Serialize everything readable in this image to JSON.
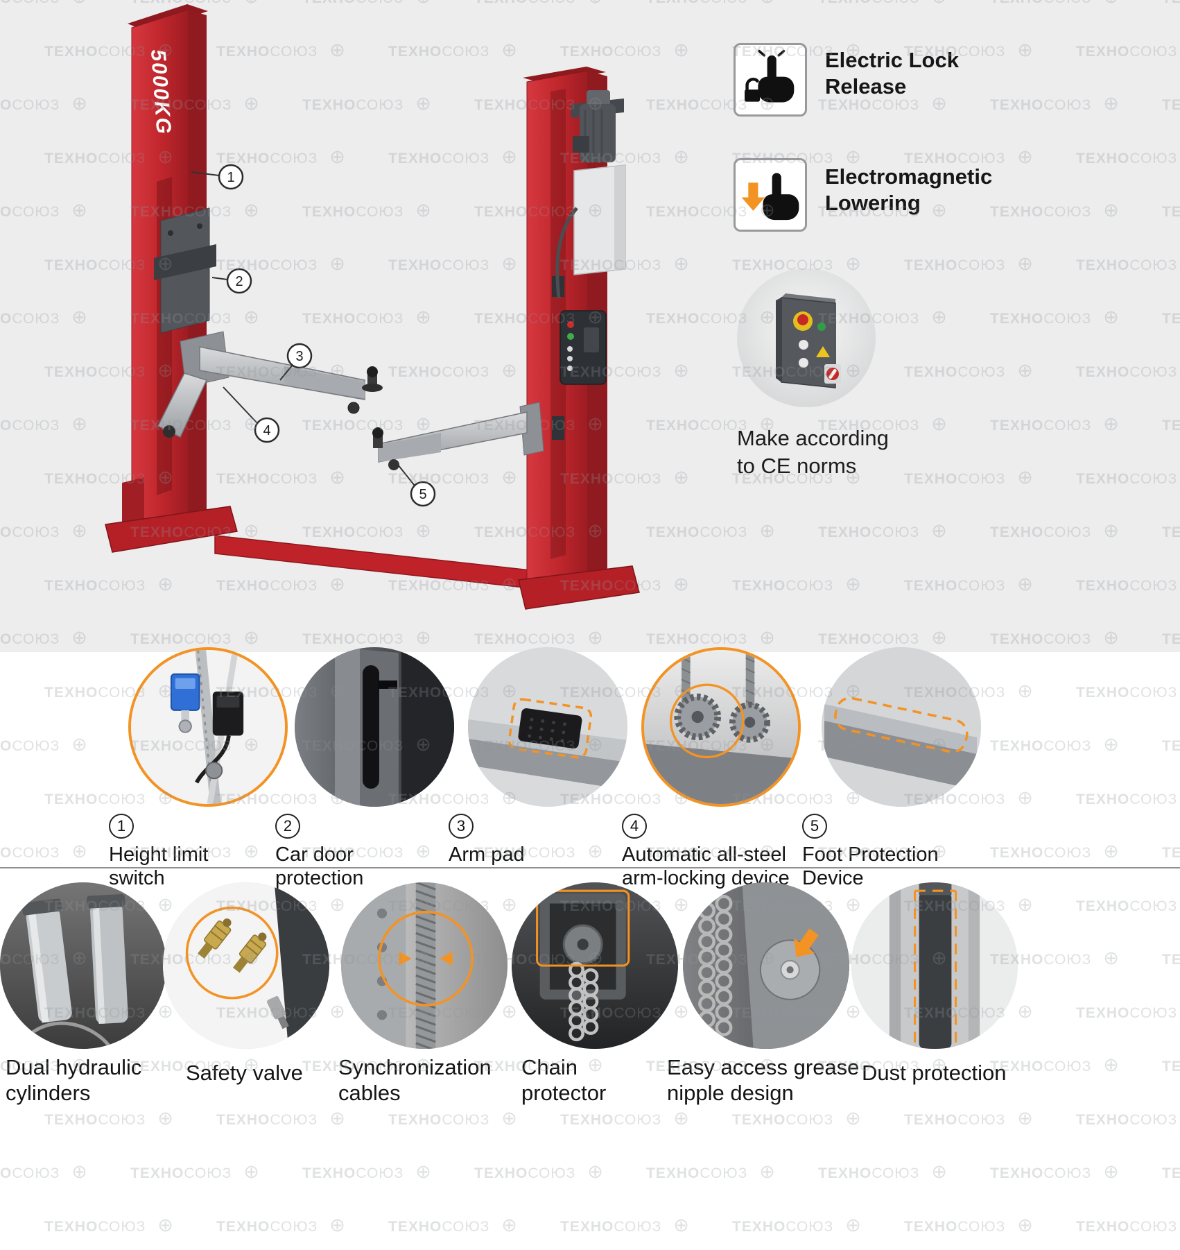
{
  "watermark": {
    "text": "ТЕХНОСОЮЗ",
    "globe_icon": "⊕"
  },
  "colors": {
    "accent_orange": "#f39324",
    "lift_red": "#c1272d",
    "top_background": "#ededee"
  },
  "lift": {
    "capacity": "5000KG",
    "callouts": [
      "1",
      "2",
      "3",
      "4",
      "5"
    ]
  },
  "side_features": [
    {
      "line1": "Electric Lock",
      "line2": "Release"
    },
    {
      "line1": "Electromagnetic",
      "line2": "Lowering"
    }
  ],
  "ce_note": {
    "line1": "Make according",
    "line2": "to CE norms"
  },
  "numbered_features": [
    {
      "number": "1",
      "label": "Height limit switch"
    },
    {
      "number": "2",
      "label": "Car door protection"
    },
    {
      "number": "3",
      "label": "Arm pad"
    },
    {
      "number": "4",
      "label": "Automatic all-steel arm-locking device"
    },
    {
      "number": "5",
      "label": "Foot Protection Device"
    }
  ],
  "bottom_features": [
    {
      "label": "Dual hydraulic cylinders"
    },
    {
      "label": "Safety valve"
    },
    {
      "label": "Synchronization cables"
    },
    {
      "label": "Chain protector"
    },
    {
      "label": "Easy access grease nipple design"
    },
    {
      "label": "Dust protection"
    }
  ]
}
